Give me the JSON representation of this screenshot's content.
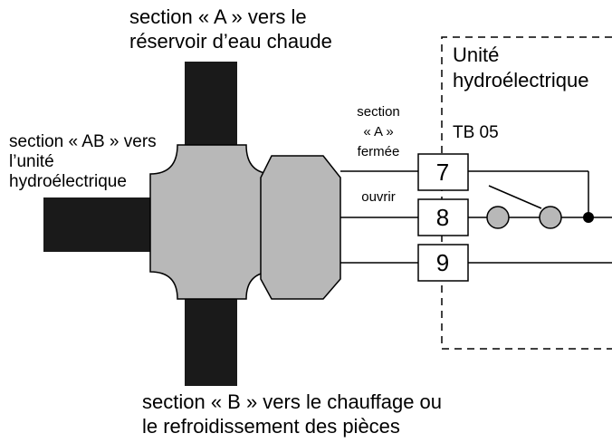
{
  "labels": {
    "section_a_line1": "section « A » vers le",
    "section_a_line2": "réservoir d’eau chaude",
    "section_ab_line1": "section « AB » vers",
    "section_ab_line2": "l’unité",
    "section_ab_line3": "hydroélectrique",
    "section_b_line1": "section « B » vers le chauffage ou",
    "section_b_line2": "le refroidissement des pièces",
    "unit_line1": "Unité",
    "unit_line2": "hydroélectrique",
    "terminal_block": "TB 05",
    "closed_line1": "section",
    "closed_line2": "« A »",
    "closed_line3": "fermée",
    "open": "ouvrir"
  },
  "terminals": [
    "7",
    "8",
    "9"
  ],
  "colors": {
    "pipe": "#1a1a1a",
    "valve_body": "#b8b8b8",
    "stroke": "#000000",
    "dashed_border": "#000000"
  }
}
